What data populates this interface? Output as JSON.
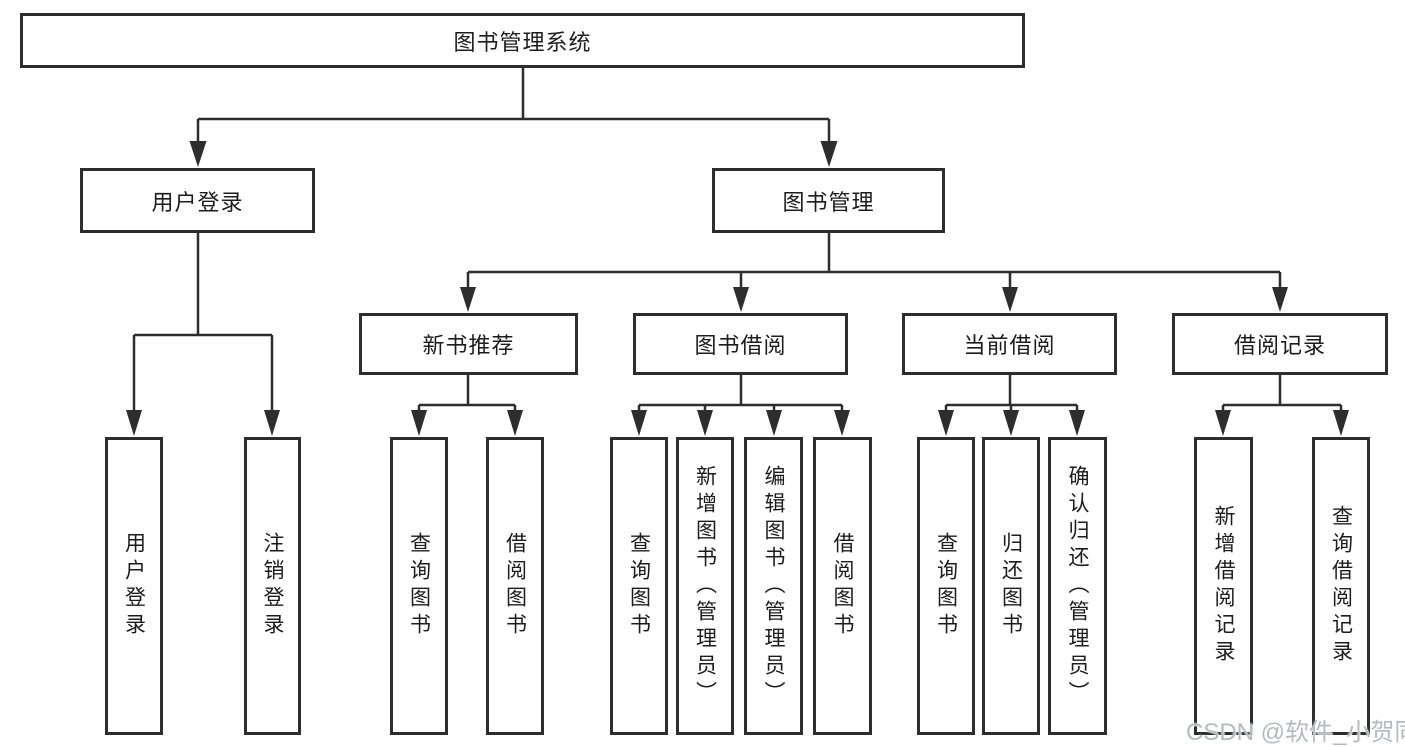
{
  "diagram_title": "图书管理系统",
  "tree": {
    "label": "图书管理系统",
    "children": [
      {
        "label": "用户登录",
        "children": [
          {
            "label": "用户登录"
          },
          {
            "label": "注销登录"
          }
        ]
      },
      {
        "label": "图书管理",
        "children": [
          {
            "label": "新书推荐",
            "children": [
              {
                "label": "查询图书"
              },
              {
                "label": "借阅图书"
              }
            ]
          },
          {
            "label": "图书借阅",
            "children": [
              {
                "label": "查询图书"
              },
              {
                "label": "新增图书（管理员）"
              },
              {
                "label": "编辑图书（管理员）"
              },
              {
                "label": "借阅图书"
              }
            ]
          },
          {
            "label": "当前借阅",
            "children": [
              {
                "label": "查询图书"
              },
              {
                "label": "归还图书"
              },
              {
                "label": "确认归还（管理员）"
              }
            ]
          },
          {
            "label": "借阅记录",
            "children": [
              {
                "label": "新增借阅记录"
              },
              {
                "label": "查询借阅记录"
              }
            ]
          }
        ]
      }
    ]
  },
  "watermark": "CSDN @软件_小贺同学",
  "colors": {
    "line": "#2d2d2d",
    "box_border": "#2d2d2d",
    "text": "#1c1c1c",
    "watermark": "#b4bac0",
    "background": "#ffffff"
  }
}
